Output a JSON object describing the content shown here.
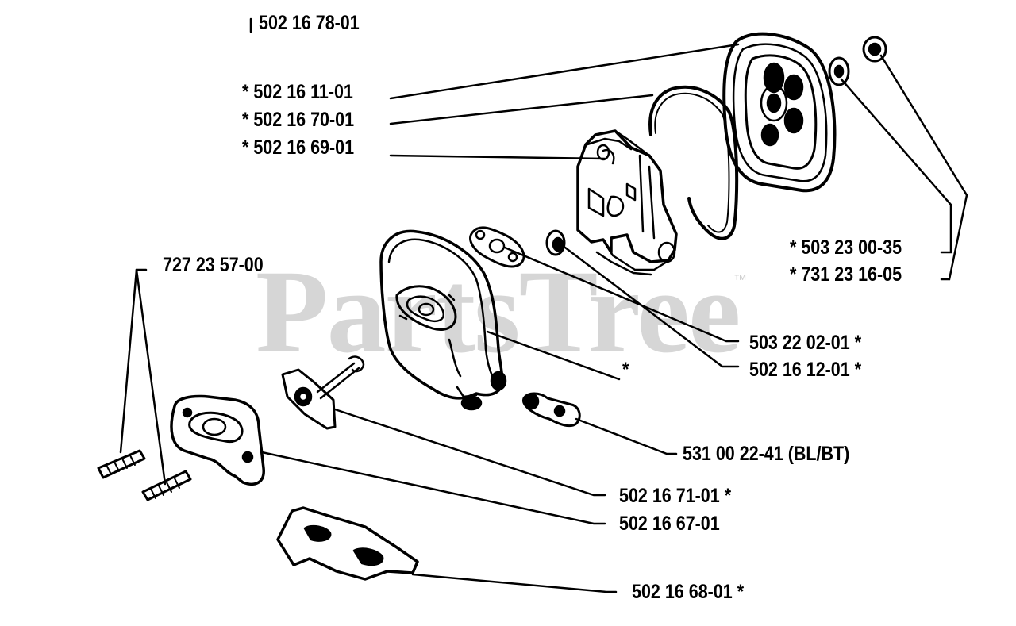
{
  "watermark": {
    "text": "PartsTree",
    "trademark": "™"
  },
  "assembly_number": "502 16 78-01",
  "parts": [
    {
      "id": "p1",
      "prefix": "* ",
      "number": "502 16 11-01",
      "suffix": ""
    },
    {
      "id": "p2",
      "prefix": "* ",
      "number": "502 16 70-01",
      "suffix": ""
    },
    {
      "id": "p3",
      "prefix": "* ",
      "number": "502 16 69-01",
      "suffix": ""
    },
    {
      "id": "p4",
      "prefix": "",
      "number": "727 23 57-00",
      "suffix": ""
    },
    {
      "id": "p5",
      "prefix": "* ",
      "number": "503 23 00-35",
      "suffix": ""
    },
    {
      "id": "p6",
      "prefix": "* ",
      "number": "731 23 16-05",
      "suffix": ""
    },
    {
      "id": "p7",
      "prefix": "",
      "number": "503 22 02-01",
      "suffix": " *"
    },
    {
      "id": "p8",
      "prefix": "",
      "number": "502 16 12-01",
      "suffix": " *"
    },
    {
      "id": "p9",
      "prefix": "",
      "number": "",
      "suffix": "*"
    },
    {
      "id": "p10",
      "prefix": "",
      "number": "531 00 22-41 (BL/BT)",
      "suffix": ""
    },
    {
      "id": "p11",
      "prefix": "",
      "number": "502 16 71-01",
      "suffix": " *"
    },
    {
      "id": "p12",
      "prefix": "",
      "number": "502 16 67-01",
      "suffix": ""
    },
    {
      "id": "p13",
      "prefix": "",
      "number": "502 16 68-01",
      "suffix": " *"
    }
  ]
}
